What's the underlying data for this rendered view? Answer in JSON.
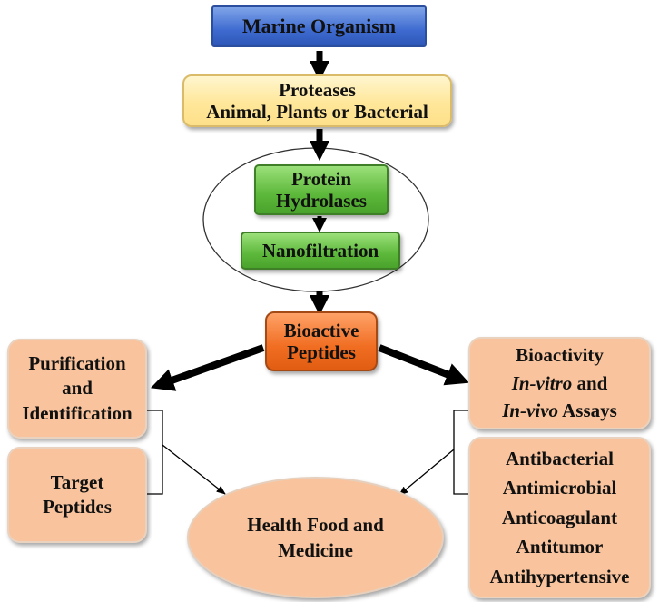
{
  "nodes": {
    "marine_organism": "Marine Organism",
    "proteases": [
      "Proteases",
      "Animal, Plants or Bacterial"
    ],
    "protein_hydrolases": [
      "Protein",
      "Hydrolases"
    ],
    "nanofiltration": "Nanofiltration",
    "bioactive_peptides": [
      "Bioactive",
      "Peptides"
    ],
    "purification": [
      "Purification",
      "and",
      "Identification"
    ],
    "target_peptides": [
      "Target",
      "Peptides"
    ],
    "health_food": [
      "Health Food and",
      "Medicine"
    ],
    "bioactivity": {
      "line1": "Bioactivity",
      "line2_italic": "In-vitro",
      "line2_rest": " and",
      "line3_italic": "In-vivo",
      "line3_rest": " Assays"
    },
    "activities": [
      "Antibacterial",
      "Antimicrobial",
      "Anticoagulant",
      "Antitumor",
      "Antihypertensive"
    ]
  },
  "colors": {
    "blue": "#3e6bd0",
    "yellow": "#ffe79a",
    "green": "#5cb83a",
    "orange": "#f06d21",
    "peach": "#f9c49d"
  }
}
